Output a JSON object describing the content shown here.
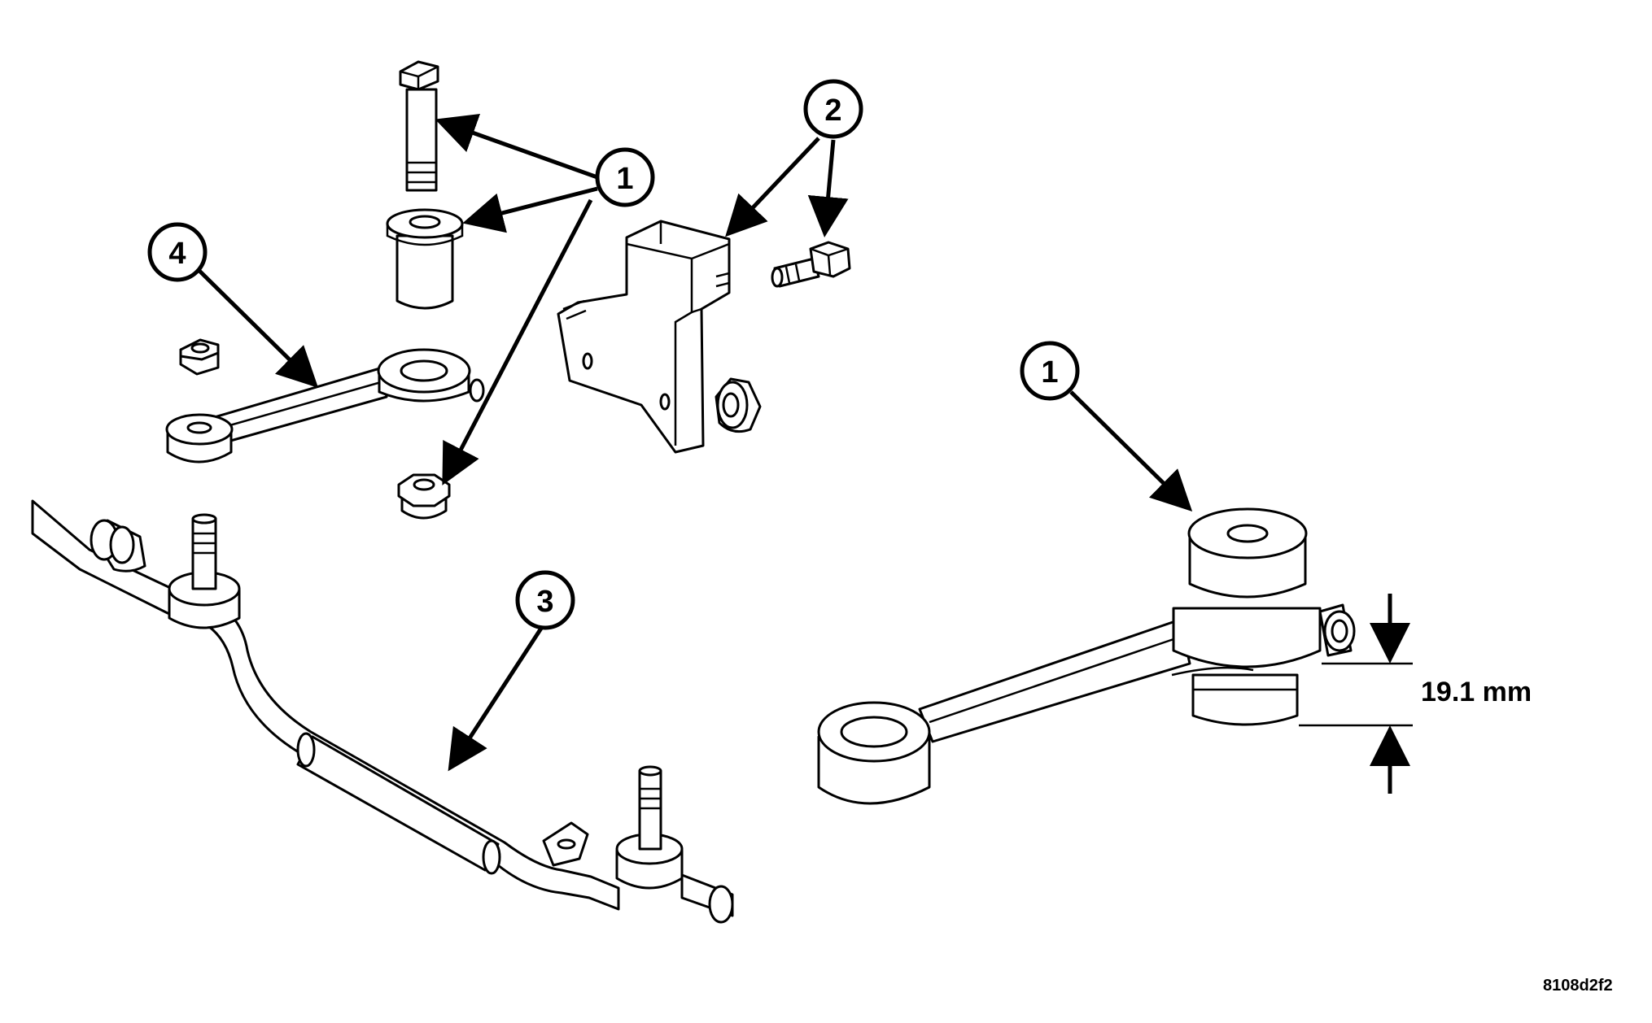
{
  "callouts": {
    "fastener_set": "1",
    "bracket_and_bolt": "2",
    "stabilizer_bar": "3",
    "idler_arm": "4",
    "bushing_detail": "1"
  },
  "dimension": {
    "bushing_height": "19.1 mm"
  },
  "figure_id": "8108d2f2"
}
